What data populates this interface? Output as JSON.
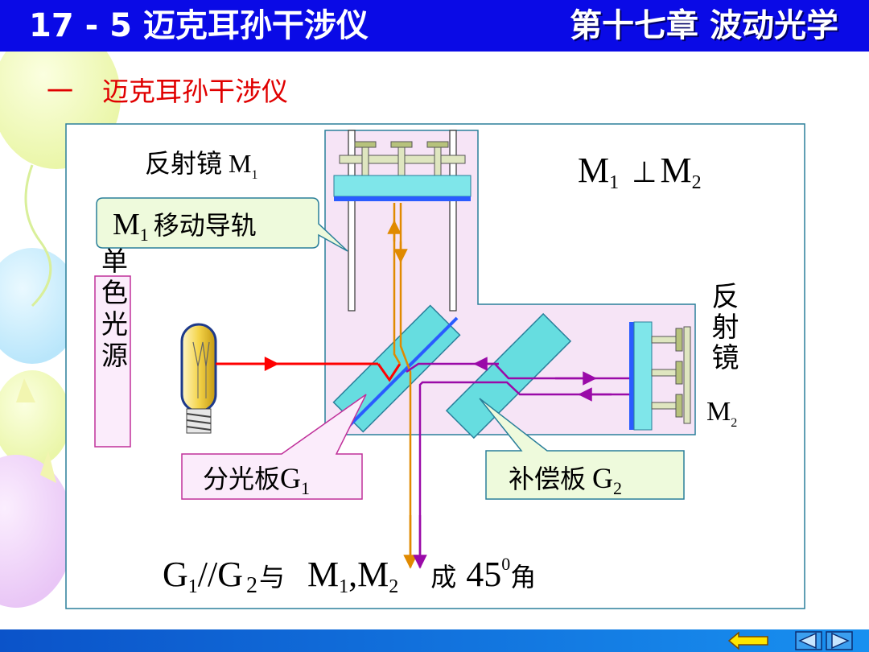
{
  "header": {
    "lesson_title": "17 - 5 迈克耳孙干涉仪",
    "chapter_title": "第十七章   波动光学"
  },
  "section": {
    "number": "一",
    "title": "迈克耳孙干涉仪"
  },
  "diagram": {
    "mirror_m1": {
      "label": "反射镜",
      "symbol": "M",
      "sub": "1"
    },
    "perpendicular": {
      "a": "M",
      "a_sub": "1",
      "op": "⊥",
      "b": "M",
      "b_sub": "2"
    },
    "rail_callout": {
      "symbol": "M",
      "sub": "1",
      "text": "移动导轨"
    },
    "light_source": {
      "text": "单色光源"
    },
    "mirror_m2": {
      "text": "反射镜",
      "symbol": "M",
      "sub": "2"
    },
    "beam_splitter": {
      "text": "分光板",
      "symbol": "G",
      "sub": "1"
    },
    "compensator": {
      "text": "补偿板",
      "symbol": "G",
      "sub": "2"
    },
    "bottom_formula": {
      "g1": "G",
      "g1_sub": "1",
      "parallel": "//",
      "g2": "G",
      "g2_sub": "2",
      "with": "与",
      "m1": "M",
      "m1_sub": "1",
      "comma": ",",
      "m2": "M",
      "m2_sub": "2",
      "into": "成",
      "angle": "45",
      "angle_sup": "0",
      "jiao": "角"
    }
  },
  "colors": {
    "header_blue": "#0a0ae6",
    "section_red": "#e00000",
    "red_beam": "#ff0000",
    "orange_beam": "#e08a00",
    "purple_beam": "#9a0aa8",
    "glass": "#66dde0",
    "mirror_blue": "#2a5cff",
    "frame_fill": "#f6e4f6"
  },
  "navigation": {
    "back_icon": "return-arrow-icon",
    "prev_icon": "triangle-left-icon",
    "next_icon": "triangle-right-icon"
  }
}
